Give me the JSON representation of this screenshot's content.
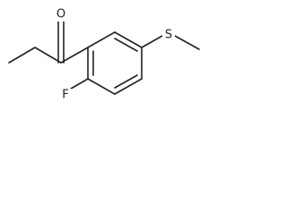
{
  "molecule": {
    "atoms": {
      "oxygen": "O",
      "fluorine": "F",
      "sulfur": "S"
    }
  },
  "colors": {
    "bond": "#222222",
    "background": "#ffffff"
  }
}
